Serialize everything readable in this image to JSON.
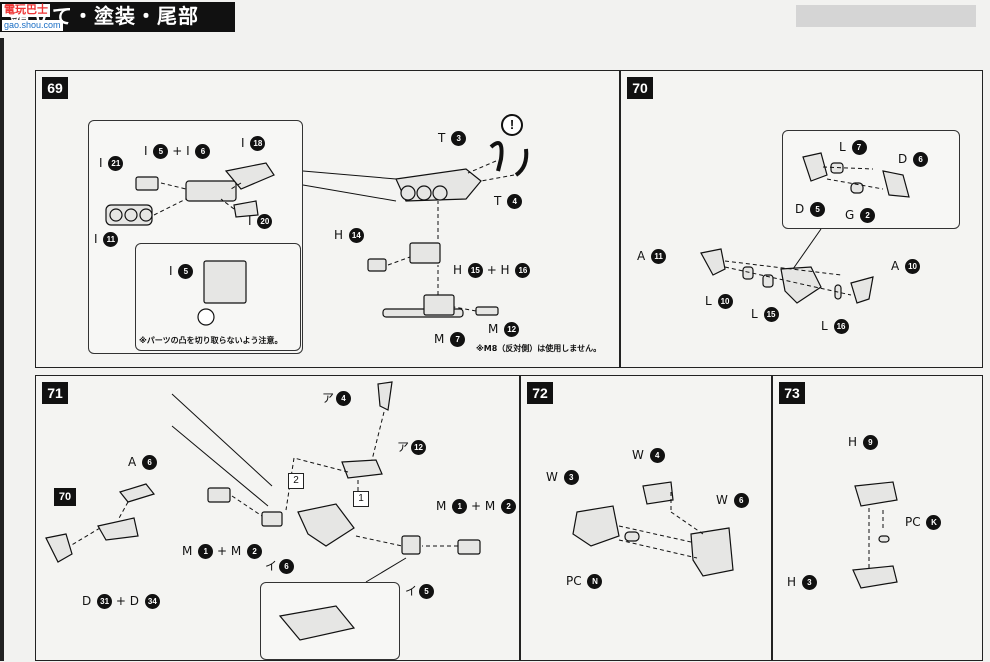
{
  "header": {
    "title": "組立て・塗装・尾部",
    "site_logo": "電玩巴士",
    "site_url": "gao.shou.com",
    "right_box": ""
  },
  "steps": {
    "s69": {
      "badge": "69",
      "labels": {
        "i21": "I",
        "i5i6": "I",
        "i6_plus": "+ I",
        "i18": "I",
        "i11": "I",
        "i20": "I",
        "i5_callout": "I",
        "t3": "T",
        "t4": "T",
        "h14": "H",
        "h15h16": "H",
        "h16_plus": "+ H",
        "m7": "M",
        "m12": "M"
      },
      "nums": {
        "i21": "21",
        "i5": "5",
        "i6": "6",
        "i18": "18",
        "i11": "11",
        "i20": "20",
        "i5_callout": "5",
        "t3": "3",
        "t4": "4",
        "h14": "14",
        "h15": "15",
        "h16": "16",
        "m7": "7",
        "m12": "12"
      },
      "note_callout": "※パーツの凸を切り取らないよう注意。",
      "note_bottom": "※M8（反対側）は使用しません。",
      "warning_mark": "!"
    },
    "s70": {
      "badge": "70",
      "labels": {
        "l7": "L",
        "d6": "D",
        "d5": "D",
        "g2": "G",
        "a11": "A",
        "a10": "A",
        "l10": "L",
        "l15": "L",
        "l16": "L"
      },
      "nums": {
        "l7": "7",
        "d6": "6",
        "d5": "5",
        "g2": "2",
        "a11": "11",
        "a10": "10",
        "l10": "10",
        "l15": "15",
        "l16": "16"
      }
    },
    "s71": {
      "badge": "71",
      "ref": "70",
      "labels": {
        "a6": "A",
        "a4": "ア",
        "a12": "ア",
        "d31d34": "D",
        "d34_plus": "+ D",
        "m1m2_left": "M",
        "m2_left_plus": "+ M",
        "i6": "イ",
        "m1m2_right": "M",
        "m2_right_plus": "+ M",
        "i5": "イ"
      },
      "nums": {
        "a6": "6",
        "a4": "4",
        "a12": "12",
        "d31": "31",
        "d34": "34",
        "m1_left": "1",
        "m2_left": "2",
        "i6": "6",
        "m1_right": "1",
        "m2_right": "2",
        "i5": "5"
      },
      "order": [
        "1",
        "2"
      ]
    },
    "s72": {
      "badge": "72",
      "labels": {
        "w3": "W",
        "w4": "W",
        "w6": "W",
        "pcn": "PC"
      },
      "nums": {
        "w3": "3",
        "w4": "4",
        "w6": "6",
        "pcn": "N"
      }
    },
    "s73": {
      "badge": "73",
      "labels": {
        "h9": "H",
        "pck": "PC",
        "h3": "H"
      },
      "nums": {
        "h9": "9",
        "pck": "K",
        "h3": "3"
      }
    }
  },
  "colors": {
    "ink": "#111111",
    "paper": "#f4f4f2",
    "part_fill": "#e6e6e4"
  }
}
